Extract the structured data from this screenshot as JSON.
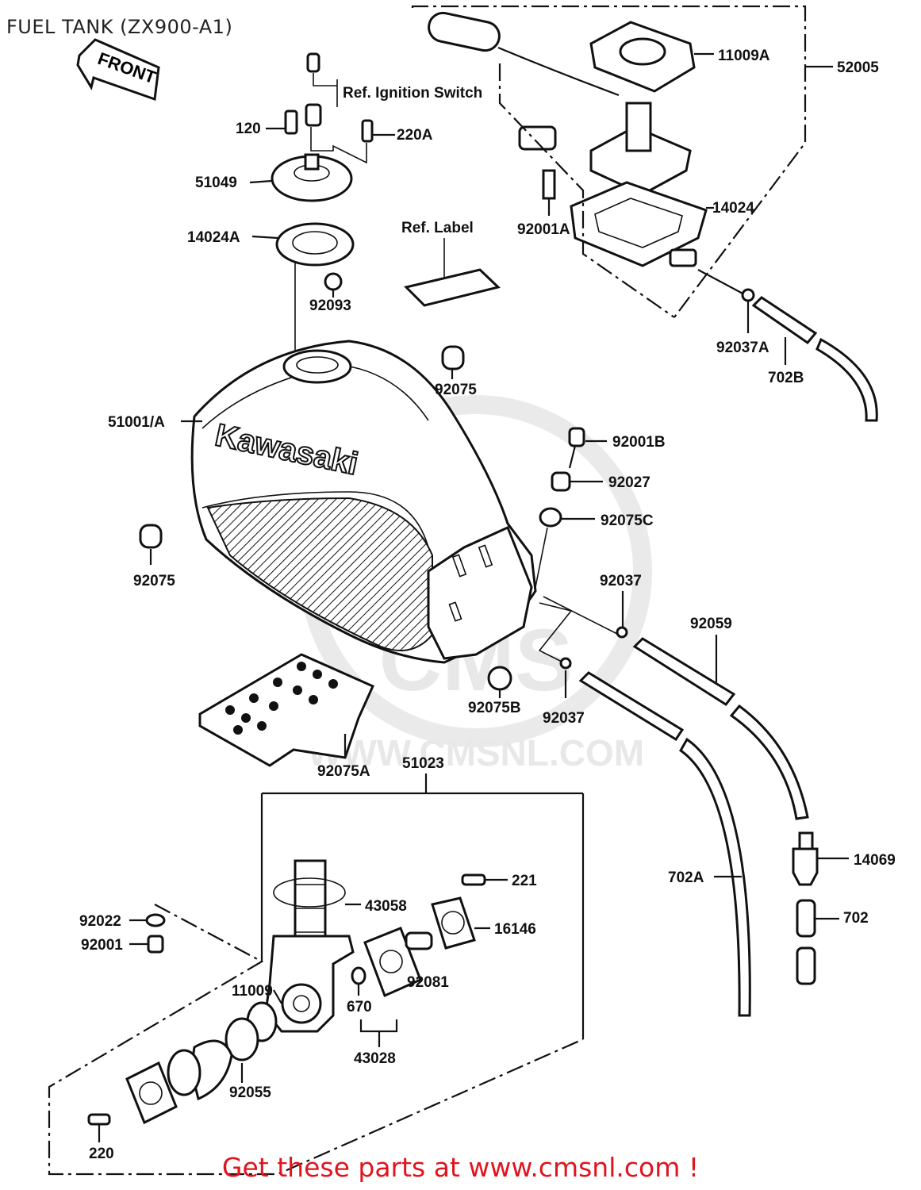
{
  "header": {
    "title": "FUEL TANK (ZX900-A1)"
  },
  "front_sign": {
    "text": "FRONT"
  },
  "tank_brand": "Kawasaki",
  "watermark": {
    "logo": "CMS",
    "url": "WWW.CMSNL.COM"
  },
  "notes": {
    "ignition": "Ref. Ignition Switch",
    "label": "Ref. Label"
  },
  "parts": {
    "p11009A": "11009A",
    "p52005": "52005",
    "p120": "120",
    "p220A": "220A",
    "p51049": "51049",
    "p14024": "14024",
    "p92001A": "92001A",
    "p14024A": "14024A",
    "p92093": "92093",
    "p92037A": "92037A",
    "p702B": "702B",
    "p92075_top": "92075",
    "p51001A": "51001/A",
    "p92001B": "92001B",
    "p92027": "92027",
    "p92075C": "92075C",
    "p92075_left": "92075",
    "p92037_a": "92037",
    "p92059": "92059",
    "p92075B": "92075B",
    "p92037_b": "92037",
    "p92075A": "92075A",
    "p51023": "51023",
    "p14069": "14069",
    "p702A": "702A",
    "p221": "221",
    "p43058": "43058",
    "p702": "702",
    "p92022": "92022",
    "p16146": "16146",
    "p92001": "92001",
    "p92081": "92081",
    "p11009": "11009",
    "p670": "670",
    "p43028": "43028",
    "p92055": "92055",
    "p220": "220"
  },
  "footer": {
    "text": "Get these parts at www.cmsnl.com !",
    "color": "#e0141e"
  }
}
